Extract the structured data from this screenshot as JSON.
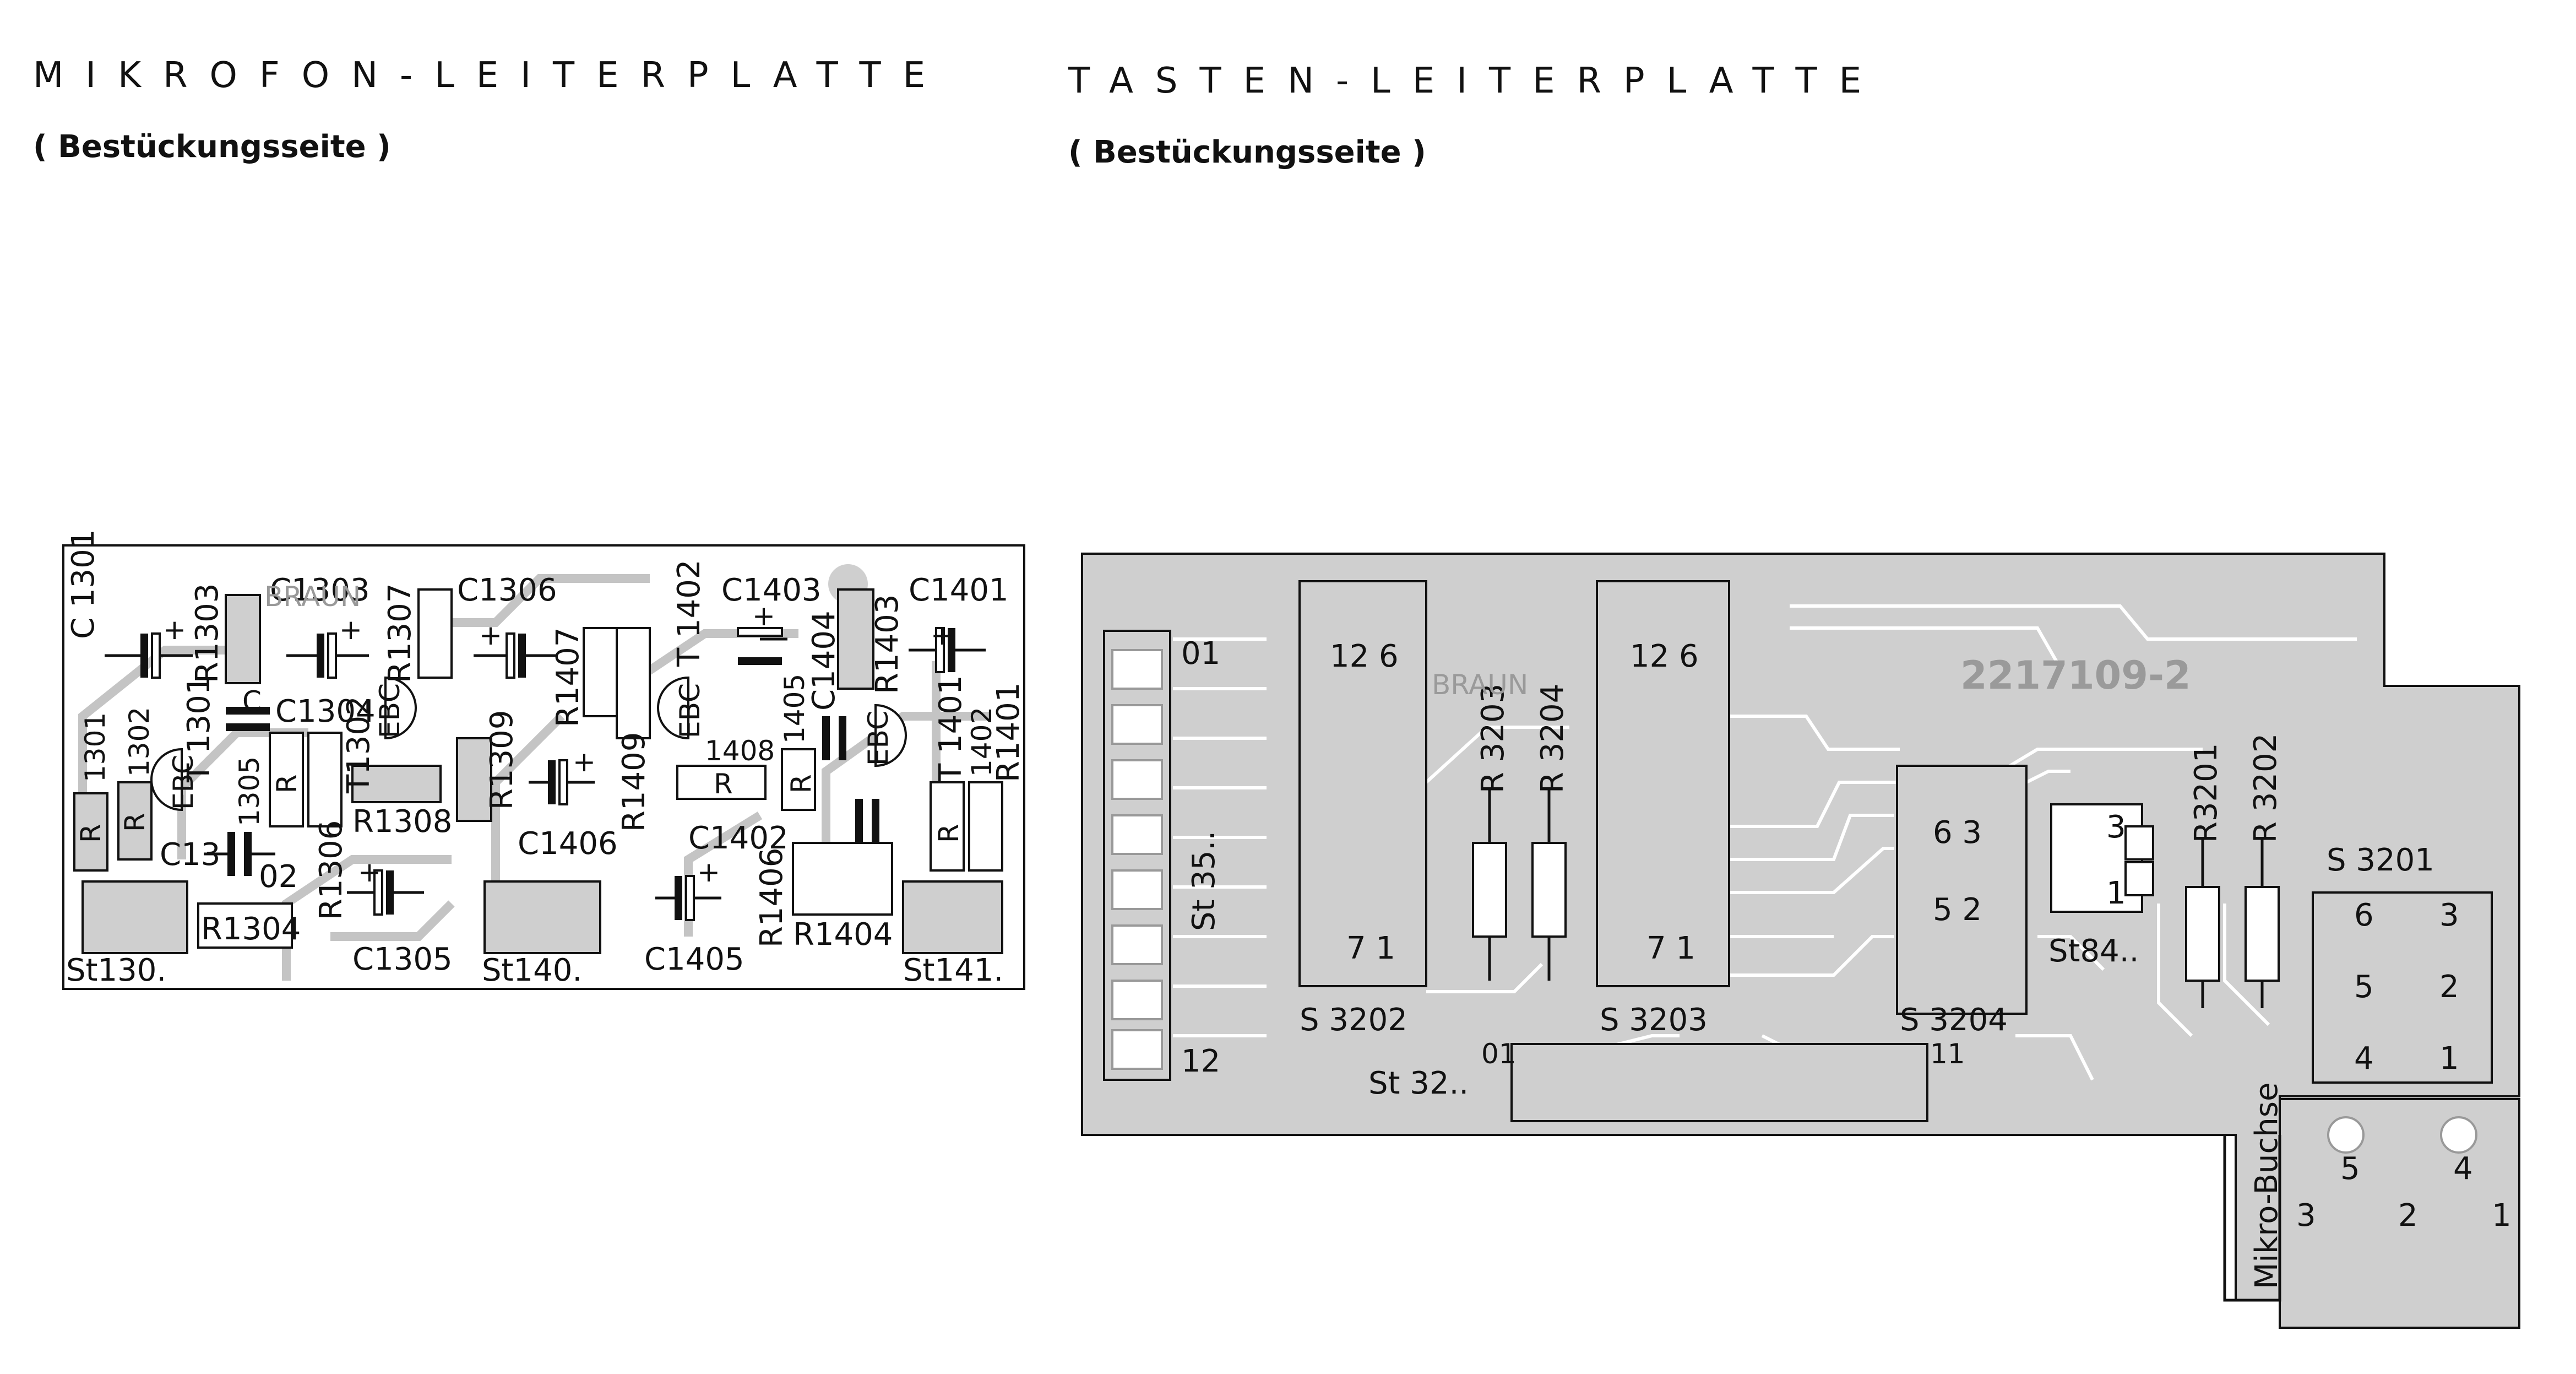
{
  "headers": {
    "left_title": "MIKROFON-LEITERPLATTE",
    "left_subtitle": "( Bestückungsseite )",
    "right_title": "TASTEN-LEITERPLATTE",
    "right_subtitle": "( Bestückungsseite )"
  },
  "mic_board": {
    "labels": {
      "c1301": "C 1301",
      "r1303": "R1303",
      "c1303": "C1303",
      "r1307": "R1307",
      "c1306": "C1306",
      "t1402": "T 1402",
      "c1403": "C1403",
      "c1401": "C1401",
      "r1301": "1301",
      "r1302": "1302",
      "t1301": "T 1301",
      "c1304": "C1304",
      "t1302": "T1302",
      "c1305a": "1305",
      "r1308": "R1308",
      "r1309": "R1309",
      "r1407": "R1407",
      "r1409": "R1409",
      "c1404": "C1404",
      "r1403": "R1403",
      "r1408": "1408",
      "r1405": "1405",
      "t1401": "T 1401",
      "r1402": "1402",
      "r1401": "R1401",
      "c13": "C13",
      "c02": "02",
      "r1306": "R1306",
      "c1406": "C1406",
      "c1402": "C1402",
      "r1406": "R1406",
      "r1404": "R1404",
      "r1304": "R1304",
      "c1305": "C1305",
      "c1405": "C1405",
      "st130": "St130.",
      "st140": "St140.",
      "st141": "St141.",
      "r_glyph": "R",
      "c_glyph": "C",
      "ebc": "EBC",
      "plus": "+",
      "brand": "BRAUN"
    }
  },
  "key_board": {
    "labels": {
      "pin01_a": "01",
      "pin12": "12",
      "st35": "St 35..",
      "sw_top_a": "12 6",
      "sw_bot_a": "7 1",
      "s3202": "S 3202",
      "r3203": "R 3203",
      "r3204": "R 3204",
      "sw_top_b": "12 6",
      "sw_bot_b": "7 1",
      "s3203": "S 3203",
      "board_no": "2217109-2",
      "brand": "BRAUN",
      "s3204_top": "6 3",
      "s3204_bot": "5 2",
      "s3204": "S 3204",
      "st84_3": "3",
      "st84_1": "1",
      "st84": "St84..",
      "r3201": "R3201",
      "r3202": "R 3202",
      "s3201": "S 3201",
      "s3201_6": "6",
      "s3201_3": "3",
      "s3201_5": "5",
      "s3201_2": "2",
      "s3201_4": "4",
      "s3201_1": "1",
      "st32": "St 32..",
      "pin01_b": "01",
      "pin11": "11",
      "mikro_buchse": "Mikro-Buchse",
      "mb_5": "5",
      "mb_4": "4",
      "mb_3": "3",
      "mb_2": "2",
      "mb_1": "1"
    }
  }
}
